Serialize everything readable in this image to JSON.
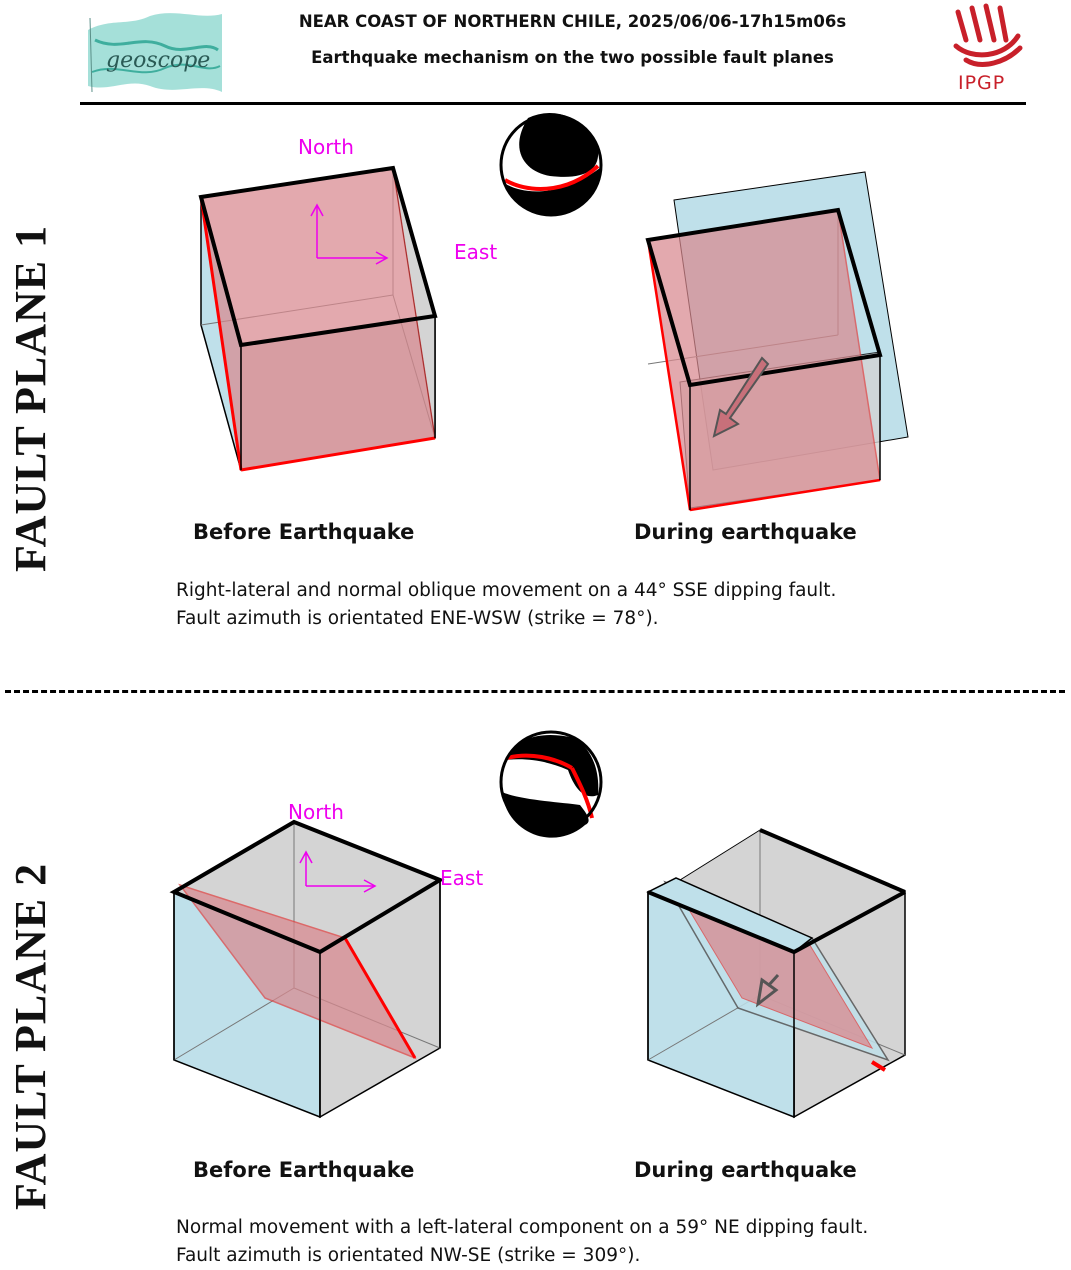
{
  "header": {
    "title_line1": "NEAR COAST OF NORTHERN CHILE, 2025/06/06-17h15m06s",
    "title_line2": "Earthquake mechanism on the two possible fault planes",
    "left_logo_text": "geoscope",
    "right_logo_text": "IPGP"
  },
  "panels": [
    {
      "side_label": "FAULT PLANE 1",
      "north_label": "North",
      "east_label": "East",
      "before_caption": "Before Earthquake",
      "during_caption": "During earthquake",
      "description_line1": "Right-lateral and normal oblique movement on a 44° SSE dipping fault.",
      "description_line2": "Fault azimuth is orientated ENE-WSW (strike = 78°)."
    },
    {
      "side_label": "FAULT PLANE 2",
      "north_label": "North",
      "east_label": "East",
      "before_caption": "Before Earthquake",
      "during_caption": "During earthquake",
      "description_line1": "Normal movement with a left-lateral component on a 59° NE dipping fault.",
      "description_line2": "Fault azimuth is orientated NW-SE (strike = 309°)."
    }
  ],
  "colors": {
    "fault_plane": "#d9898f",
    "block_blue": "#bfe0ea",
    "block_grey": "#d4d4d4",
    "fault_trace": "#ff0000",
    "direction_labels": "#ee00ee",
    "logo_teal": "#5cc7b8",
    "logo_red": "#c8202a"
  }
}
